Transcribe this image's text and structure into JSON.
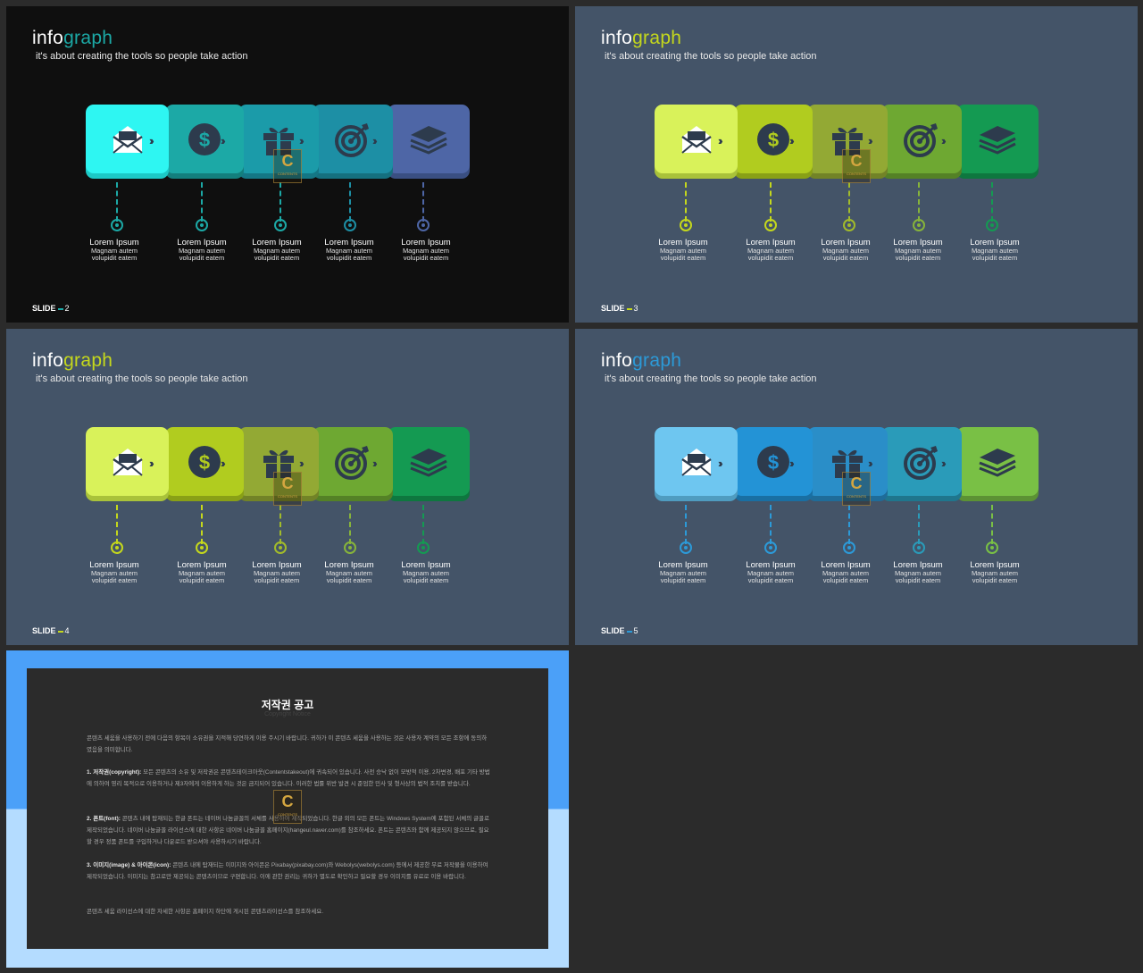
{
  "slides": [
    {
      "title_a": "info",
      "title_b": "graph",
      "subtitle": "it's about creating the tools so people take action",
      "slide_label": "SLIDE",
      "slide_number": "2",
      "bg": "#0f0f0f",
      "accent": "#1ca9a6",
      "tile_colors": [
        "#2ef6f2",
        "#1ca9a6",
        "#1b9ba9",
        "#1d8fa5",
        "#4e66a6"
      ],
      "shadow_colors": [
        "#1cc9c6",
        "#137f7d",
        "#147785",
        "#15707f",
        "#3a4f82"
      ],
      "ring_colors": [
        "#1ca9a6",
        "#1ca9a6",
        "#1ca9a6",
        "#1d8fa5",
        "#4e66a6"
      ]
    },
    {
      "title_a": "info",
      "title_b": "graph",
      "subtitle": "it's about creating the tools so people take action",
      "slide_label": "SLIDE",
      "slide_number": "3",
      "bg": "#445468",
      "accent": "#c5d81c",
      "tile_colors": [
        "#d9f25a",
        "#b1cc1f",
        "#93a934",
        "#6ea832",
        "#149a52"
      ],
      "shadow_colors": [
        "#a9c23a",
        "#89a016",
        "#728327",
        "#548126",
        "#0e773f"
      ],
      "ring_colors": [
        "#c5d81c",
        "#c5d81c",
        "#a2bb2a",
        "#87b43a",
        "#149a52"
      ]
    },
    {
      "title_a": "info",
      "title_b": "graph",
      "subtitle": "it's about creating the tools so people take action",
      "slide_label": "SLIDE",
      "slide_number": "4",
      "bg": "#445468",
      "accent": "#c5d81c",
      "tile_colors": [
        "#d9f25a",
        "#b1cc1f",
        "#93a934",
        "#6ea832",
        "#149a52"
      ],
      "shadow_colors": [
        "#a9c23a",
        "#89a016",
        "#728327",
        "#548126",
        "#0e773f"
      ],
      "ring_colors": [
        "#c5d81c",
        "#c5d81c",
        "#a2bb2a",
        "#87b43a",
        "#149a52"
      ]
    },
    {
      "title_a": "info",
      "title_b": "graph",
      "subtitle": "it's about creating the tools so people take action",
      "slide_label": "SLIDE",
      "slide_number": "5",
      "bg": "#445468",
      "accent": "#2c9ad8",
      "tile_colors": [
        "#6ec6f0",
        "#2393d6",
        "#2a8ec8",
        "#2a9bb9",
        "#79c045"
      ],
      "shadow_colors": [
        "#4f9cc0",
        "#196fa3",
        "#1f6c99",
        "#1f768d",
        "#5c9234"
      ],
      "ring_colors": [
        "#2c9ad8",
        "#2c9ad8",
        "#2c9ad8",
        "#2a9bb9",
        "#79c045"
      ]
    }
  ],
  "items": [
    {
      "icon": "mail-icon",
      "title": "Lorem Ipsum",
      "line1": "Magnam autem",
      "line2": "volupidit eatem"
    },
    {
      "icon": "dollar-icon",
      "title": "Lorem Ipsum",
      "line1": "Magnam autem",
      "line2": "volupidit eatem"
    },
    {
      "icon": "gift-icon",
      "title": "Lorem Ipsum",
      "line1": "Magnam autem",
      "line2": "volupidit eatem"
    },
    {
      "icon": "target-icon",
      "title": "Lorem Ipsum",
      "line1": "Magnam autem",
      "line2": "volupidit eatem"
    },
    {
      "icon": "layers-icon",
      "title": "Lorem Ipsum",
      "line1": "Magnam autem",
      "line2": "volupidit eatem"
    }
  ],
  "watermark": {
    "letter": "C",
    "text": "CONTENTS"
  },
  "copyright": {
    "title": "저작권 공고",
    "subtitle": "Copyright Notice",
    "intro": "콘텐츠 세움을 사용하기 전에 다음의 항목이 소유권을 지적해 당연하게 이용 주시기 바랍니다. 귀하가 이 콘텐츠 세움을 사용하는 것은 사용자 계약의 모든 조항에 동의하였음을 의미합니다.",
    "p1_head": "1. 저작권(copyright):",
    "p1": "모든 콘텐츠의 소유 및 저작권은 콘텐츠테이크아웃(Contentstakeout)에 귀속되어 있습니다. 사전 승낙 없이 모방적 이용, 2차변경, 배포 기타 방법에 의하여 영리 목적으로 이용하거나 제3자에게 이용하게 하는 것은 금지되어 있습니다. 이러한 법률 위반 발견 시 준엄한 민사 및 형사상의 법적 조치를 받습니다.",
    "p2_head": "2. 폰트(font):",
    "p2": "콘텐츠 내에 탑재되는 한글 폰트는 네이버 나눔글꼴의 서체를 사용하여 제작되었습니다. 한글 외의 모든 폰트는 Windows System에 포함된 서체의 글꼴로 제작되었습니다. 네이버 나눔글꼴 라이선스에 대한 사항은 네이버 나눔글꼴 홈페이지(hangeul.naver.com)를 참조하세요. 폰트는 콘텐츠와 함께 제공되지 않으므로, 필요할 경우 정품 폰트를 구입하거나 다운로드 받으셔야 사용하시기 바랍니다.",
    "p3_head": "3. 이미지(image) & 아이콘(icon):",
    "p3": "콘텐츠 내에 탑재되는 이미지와 아이콘은 Pixabay(pixabay.com)와 Webolys(webolys.com) 등에서 제공한 무료 저작물을 이용하여 제작되었습니다. 이미지는 참고로만 제공되는 콘텐츠이므로 구편합니다. 이에 관한 권리는 귀하가 별도로 확인하고 필요할 경우 이미지를 유료로 이용 바랍니다.",
    "outro": "콘텐츠 세움 라이선스에 대한 자세한 사항은 홈페이지 하단에 게시된 콘텐츠라이선스를 참조하세요."
  }
}
